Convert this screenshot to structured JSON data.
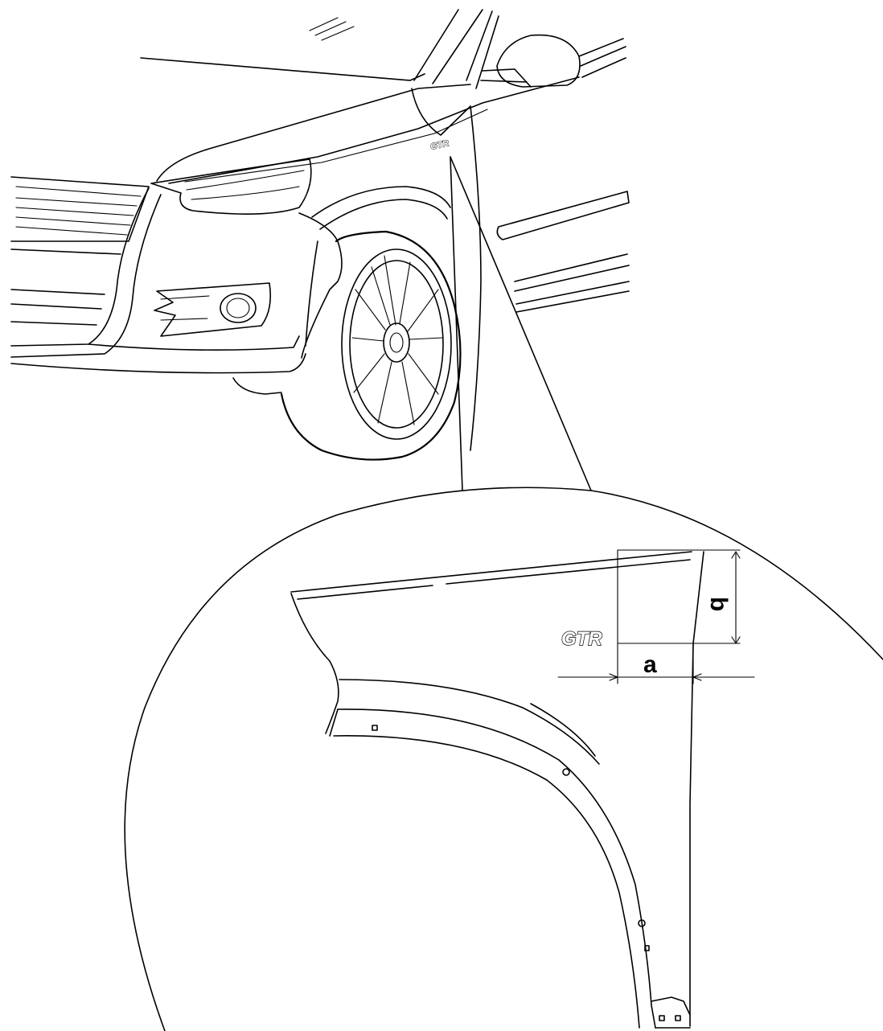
{
  "diagram": {
    "badge_text": "GTR",
    "dimension_a": "a",
    "dimension_b": "b"
  }
}
